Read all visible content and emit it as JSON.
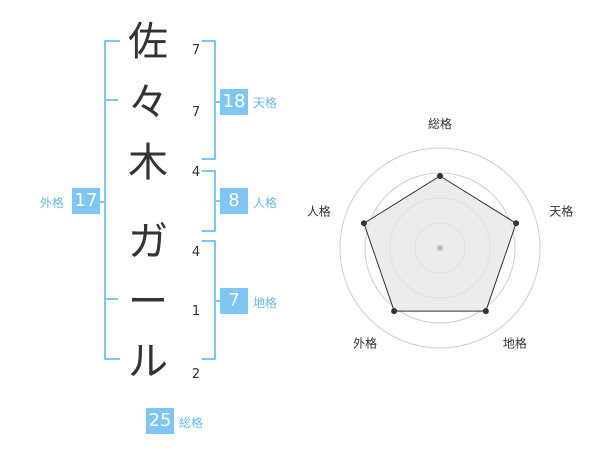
{
  "name": {
    "characters": [
      {
        "char": "佐",
        "strokes": "7"
      },
      {
        "char": "々",
        "strokes": "7"
      },
      {
        "char": "木",
        "strokes": "4"
      },
      {
        "char": "ガ",
        "strokes": "4"
      },
      {
        "char": "ー",
        "strokes": "1"
      },
      {
        "char": "ル",
        "strokes": "2"
      }
    ]
  },
  "grades": {
    "tenkaku": {
      "value": "18",
      "label": "天格"
    },
    "jinkaku": {
      "value": "8",
      "label": "人格"
    },
    "chikaku": {
      "value": "7",
      "label": "地格"
    },
    "gaikaku": {
      "value": "17",
      "label": "外格"
    },
    "soukaku": {
      "value": "25",
      "label": "総格"
    }
  },
  "chart_data": {
    "type": "radar",
    "categories": [
      "総格",
      "天格",
      "地格",
      "外格",
      "人格"
    ],
    "values": [
      0.72,
      0.8,
      0.78,
      0.78,
      0.8
    ],
    "rings": 4,
    "colors": {
      "fill": "#e6e6e6",
      "ring": "#d0d0d0",
      "line": "#333333",
      "center": "#bdbdbd"
    }
  },
  "colors": {
    "accent": "#7fc6f3",
    "accent_text": "#69b9ec"
  }
}
